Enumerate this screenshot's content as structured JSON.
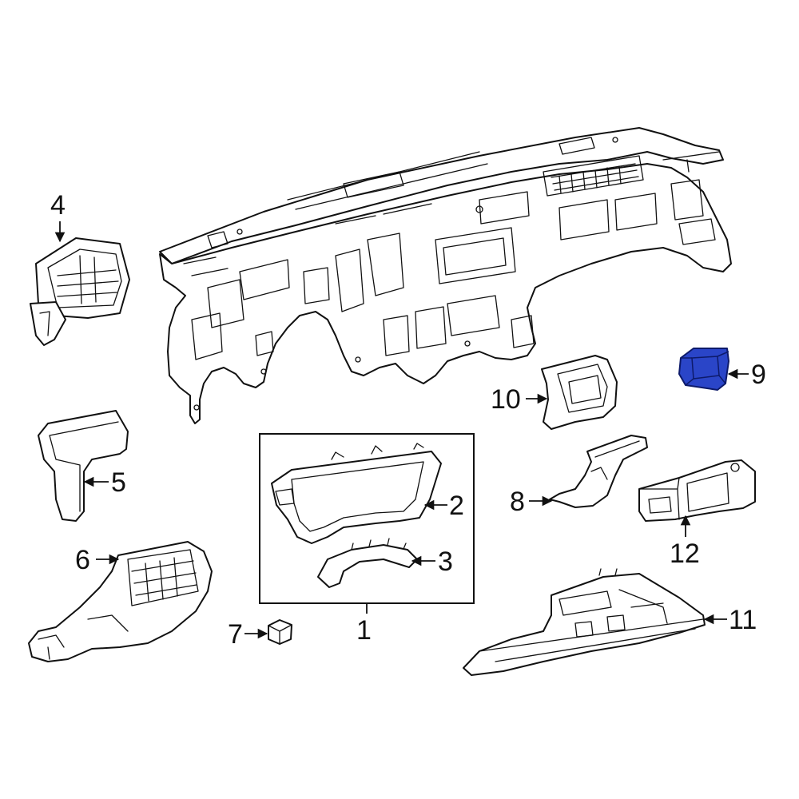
{
  "diagram": {
    "highlight_color": "#2a45c8",
    "highlighted_part": "9",
    "callouts": {
      "c1": "1",
      "c2": "2",
      "c3": "3",
      "c4": "4",
      "c5": "5",
      "c6": "6",
      "c7": "7",
      "c8": "8",
      "c9": "9",
      "c10": "10",
      "c11": "11",
      "c12": "12"
    }
  }
}
